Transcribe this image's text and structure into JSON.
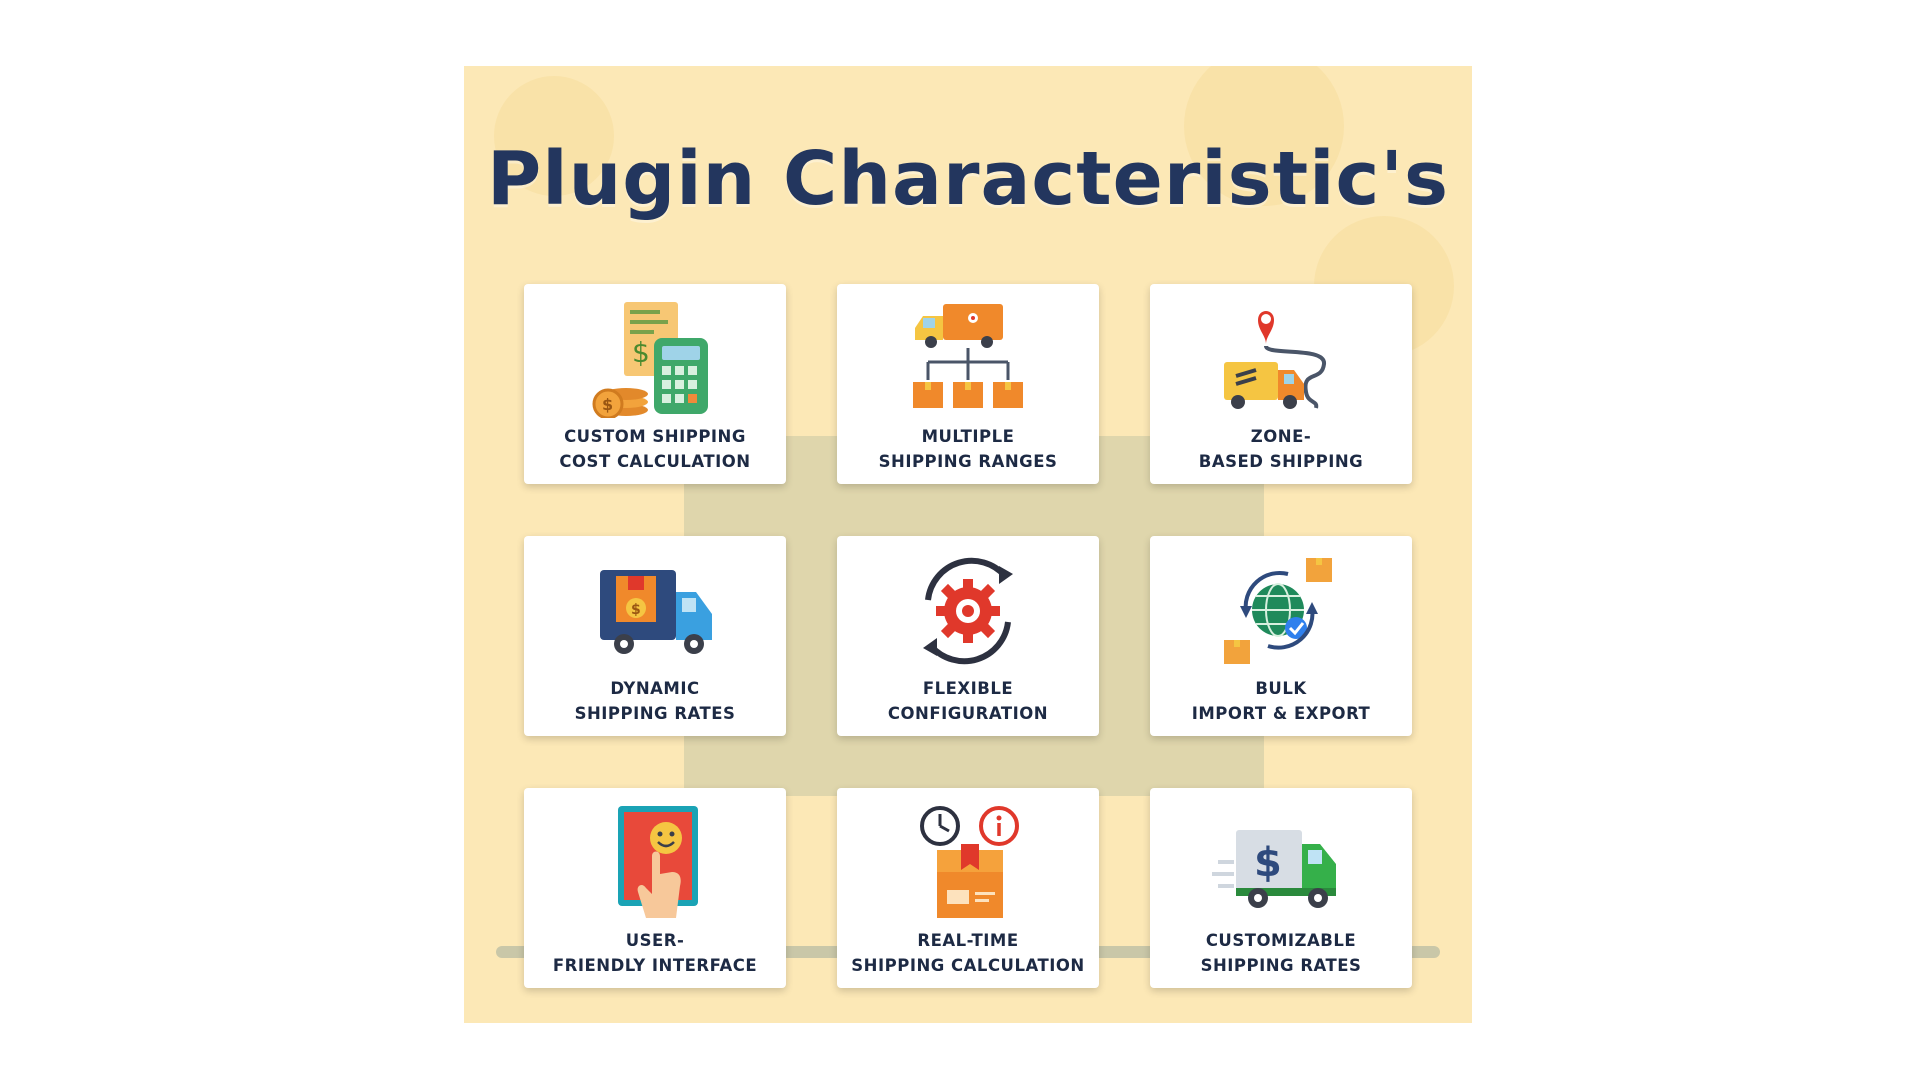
{
  "title": "Plugin Characteristic's",
  "colors": {
    "poster_bg": "#fce8b6",
    "title": "#23365e",
    "label": "#1d2a44",
    "card": "#ffffff"
  },
  "features": [
    {
      "line1": "CUSTOM SHIPPING",
      "line2": "COST CALCULATION",
      "icon": "invoice-calculator-icon"
    },
    {
      "line1": "MULTIPLE",
      "line2": "SHIPPING RANGES",
      "icon": "truck-boxes-tree-icon"
    },
    {
      "line1": "ZONE-",
      "line2": "BASED SHIPPING",
      "icon": "truck-location-route-icon"
    },
    {
      "line1": "DYNAMIC",
      "line2": "SHIPPING RATES",
      "icon": "delivery-truck-icon"
    },
    {
      "line1": "FLEXIBLE",
      "line2": "CONFIGURATION",
      "icon": "gear-sync-icon"
    },
    {
      "line1": "BULK",
      "line2": "IMPORT & EXPORT",
      "icon": "globe-exchange-icon"
    },
    {
      "line1": "USER-",
      "line2": "FRIENDLY INTERFACE",
      "icon": "touch-tablet-smile-icon"
    },
    {
      "line1": "REAL-TIME",
      "line2": "SHIPPING CALCULATION",
      "icon": "clock-info-package-icon"
    },
    {
      "line1": "CUSTOMIZABLE",
      "line2": "SHIPPING RATES",
      "icon": "dollar-truck-icon"
    }
  ]
}
